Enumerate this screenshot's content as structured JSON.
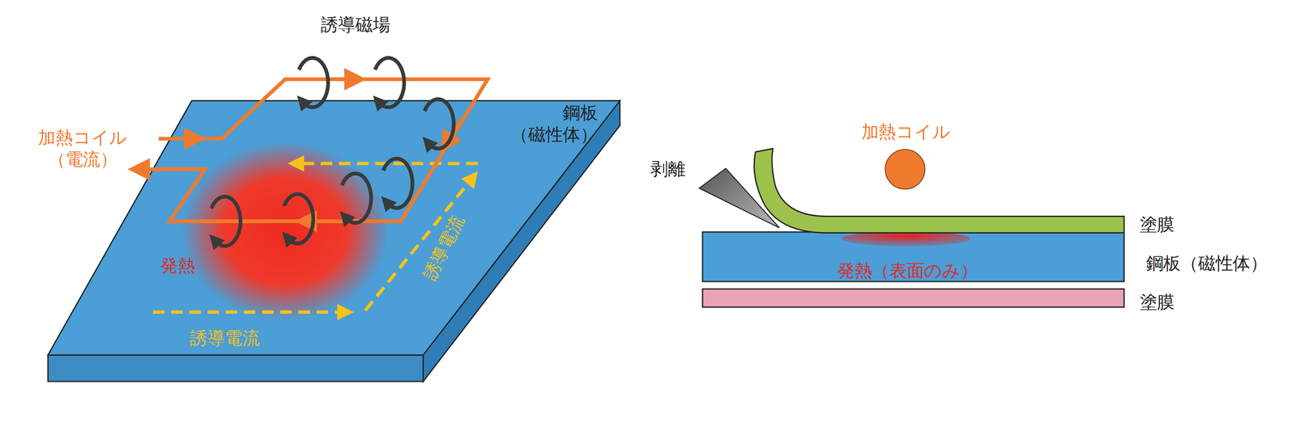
{
  "diagram": {
    "labels": [
      "誘導磁場",
      "加熱コイル （電流）",
      "鋼板 （磁性体）",
      "発熱",
      "誘導電流",
      "誘導電流",
      "剥離",
      "加熱コイル",
      "塗膜",
      "鋼板（磁性体）",
      "発熱（表面のみ）",
      "塗膜"
    ]
  }
}
